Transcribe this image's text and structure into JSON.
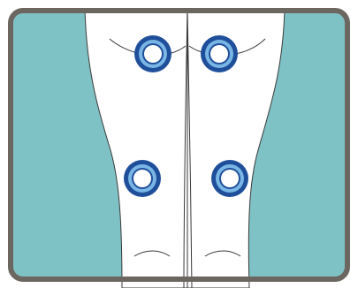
{
  "colors": {
    "frame": "#6b6660",
    "background": "#ffffff",
    "skin_gap": "#7fc2c5",
    "legs_fill": "#ffffff",
    "outline": "#3a3a3a",
    "pad_outer": "#1f4f9a",
    "pad_inner_ring": "#79b6e6",
    "pad_center": "#ffffff"
  },
  "electrode_pads": [
    {
      "name": "electrode-pad-upper-left"
    },
    {
      "name": "electrode-pad-upper-right"
    },
    {
      "name": "electrode-pad-lower-left"
    },
    {
      "name": "electrode-pad-lower-right"
    }
  ]
}
